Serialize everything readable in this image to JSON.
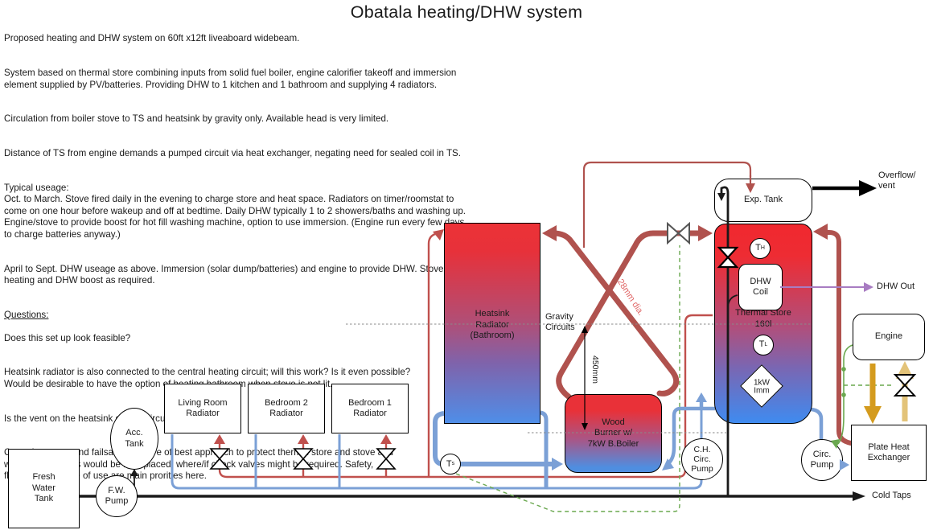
{
  "title": "Obatala heating/DHW system",
  "notes": {
    "p1": "Proposed heating and DHW system on 60ft x12ft liveaboard widebeam.",
    "p2": "System based on thermal store combining inputs from solid fuel boiler, engine calorifier takeoff and immersion\nelement supplied by PV/batteries. Providing DHW to 1 kitchen and 1 bathroom and supplying 4 radiators.",
    "p3": "Circulation from boiler stove to TS and heatsink by gravity only. Available head is very limited.",
    "p4": "Distance of TS from engine demands a pumped circuit via heat exchanger, negating need for sealed coil in TS.",
    "p5": "Typical useage:\nOct. to March. Stove fired daily in the evening to charge store and heat space. Radiators on timer/roomstat to\ncome on one hour before wakeup and off at bedtime. Daily DHW typically 1 to 2 showers/baths and washing up.\nEngine/stove to provide boost for hot fill washing machine, option to use immersion. (Engine run every few days\nto charge batteries anyway.)",
    "p6": "April to Sept. DHW useage as above. Immersion (solar dump/batteries) and engine to provide DHW. Stove for\nheating and DHW boost as required.",
    "questions_heading": "Questions:",
    "q1": "Does this set up look feasible?",
    "q2": "Heatsink radiator is also connected to the central heating circuit; will this work? Is it even possible?\nWould be desirable to have the option of heating bathroom when stove is not lit.",
    "q3": "Is the vent on the heatsink gravity circuit necessary?",
    "q4": "Control systems and failsafe. Not sure of best approach to protect thermal store and stove and\nwhere thermostats would be best placed, where/if check valves might be required. Safety,\nflexibility and ease of use are main prorities here."
  },
  "components": {
    "fresh_water_tank": "Fresh\nWater\nTank",
    "fw_pump": "F.W.\nPump",
    "acc_tank": "Acc.\nTank",
    "living_room_radiator": "Living Room\nRadiator",
    "bedroom2_radiator": "Bedroom 2\nRadiator",
    "bedroom1_radiator": "Bedroom 1\nRadiator",
    "heatsink_radiator": "Heatsink\nRadiator\n(Bathroom)",
    "wood_burner": "Wood\nBurner w/\n7kW B.Boiler",
    "exp_tank": "Exp. Tank",
    "thermal_store": "Thermal Store\n160l",
    "dhw_coil": "DHW\nCoil",
    "immersion": "1kW\nImm",
    "engine": "Engine",
    "plate_heat_exchanger": "Plate Heat\nExchanger",
    "ch_circ_pump": "C.H.\nCirc.\nPump",
    "circ_pump": "Circ.\nPump"
  },
  "sensors": {
    "hot": {
      "main": "T",
      "sub": "H"
    },
    "low": {
      "main": "T",
      "sub": "L"
    },
    "stove": {
      "main": "T",
      "sub": "s"
    }
  },
  "labels": {
    "overflow_vent": "Overflow/\nvent",
    "dhw_out": "DHW Out",
    "cold_taps": "Cold Taps",
    "gravity_circuits": "Gravity\nCircuits",
    "height_450": "450mm",
    "pipe_dia": "28mm dia."
  },
  "colors": {
    "gravity_pipe": "#b0524e",
    "ch_flow_pipe": "#c0504d",
    "return_pipe": "#7ba0d6",
    "cold_main": "#1a1a1a",
    "dhw_line": "#a87cc2",
    "control_line": "#6aa84f",
    "engine_flow": "#d49b1e",
    "engine_return": "#e3c379",
    "hot_top": "#e93138",
    "cold_bottom": "#4f8ee8"
  }
}
